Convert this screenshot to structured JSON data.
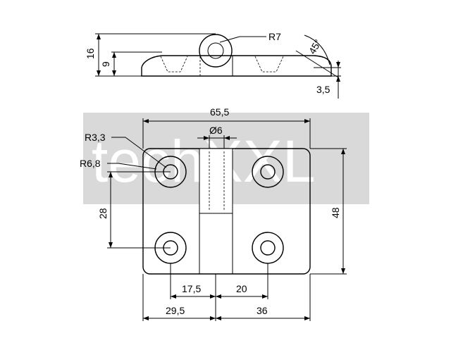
{
  "drawing": {
    "watermark": "techXXL",
    "side_view": {
      "height_total": "16",
      "height_leaf": "9",
      "knuckle_radius": "R7",
      "chamfer_angle": "45°",
      "edge_thickness": "3,5"
    },
    "top_view": {
      "overall_width": "65,5",
      "pin_diameter": "Ø6",
      "hole_radius": "R3,3",
      "counterbore_radius": "R6,8",
      "hole_spacing_vertical": "28",
      "overall_height": "48",
      "hole_offset_left": "17,5",
      "hole_offset_right": "20",
      "left_width": "29,5",
      "right_width": "36"
    }
  }
}
